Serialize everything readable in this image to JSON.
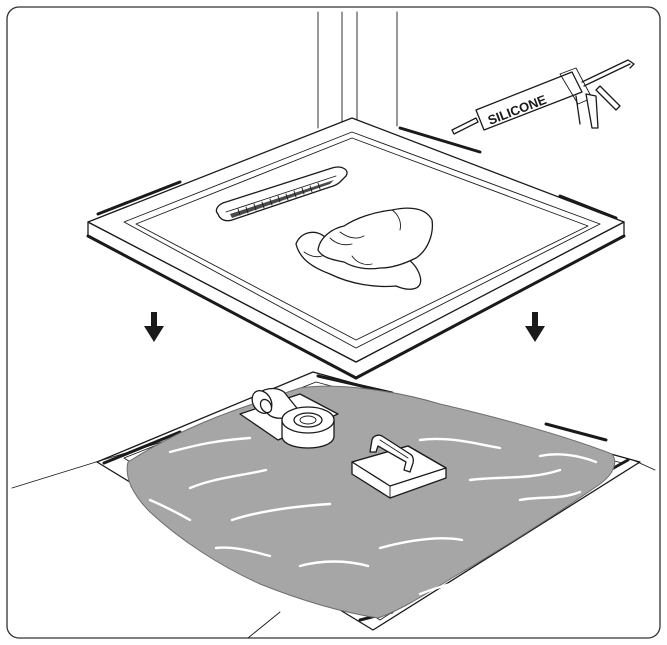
{
  "illustration": {
    "tube_label": "SILICONE",
    "colors": {
      "line": "#1a1a1a",
      "adhesive": "#a6a6a6",
      "background": "#ffffff",
      "frame": "#333333"
    },
    "icons": [
      "shower-tray",
      "silicone-cartridge",
      "caulking-gun",
      "hand-with-cloth",
      "arrow-down",
      "arrow-down",
      "drain-trap",
      "adhesive-layer",
      "notched-trowel",
      "wall-column",
      "floor"
    ]
  }
}
